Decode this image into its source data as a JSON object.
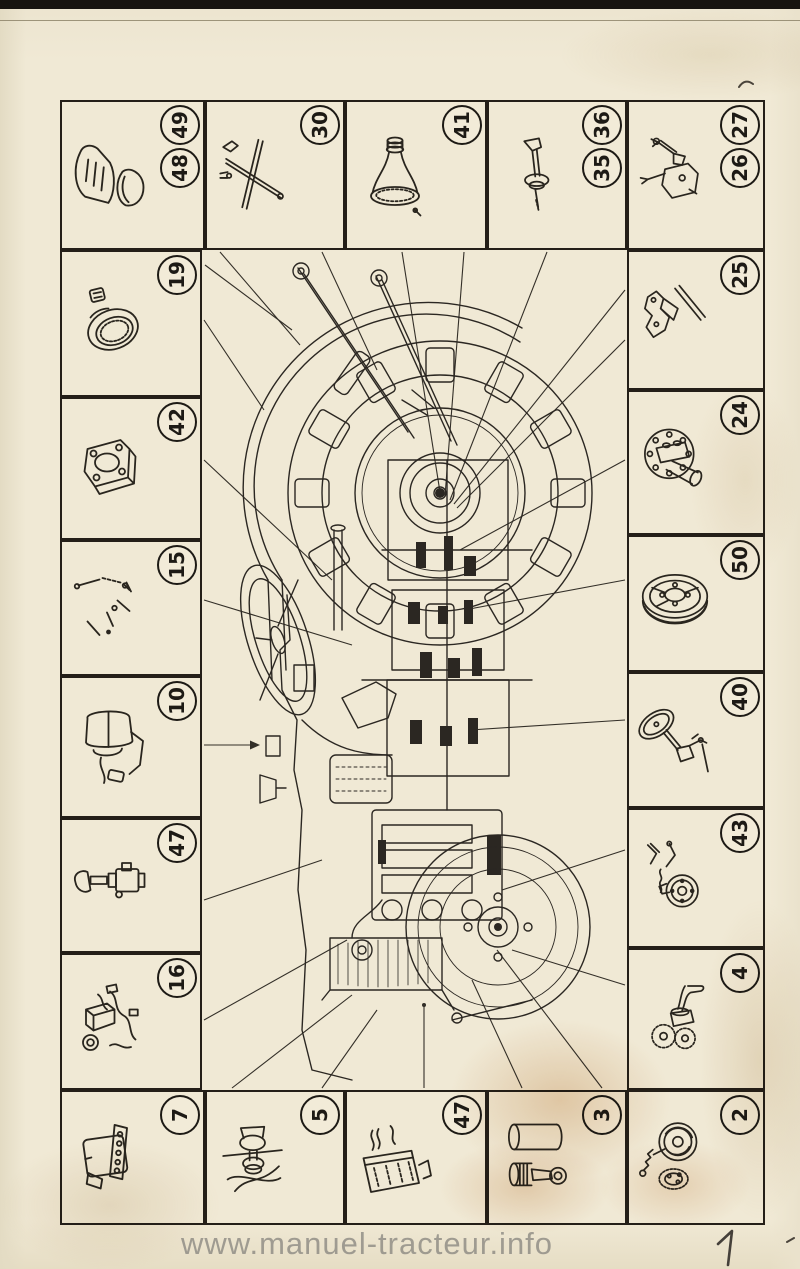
{
  "page": {
    "watermark": "www.manuel-tracteur.info",
    "page_number": "1"
  },
  "colors": {
    "paper": "#f0e9d5",
    "ink": "#26221c",
    "stain": "#c08048",
    "watermark_gray": "#7a7975"
  },
  "center": {
    "illustration": "tractor-side-cutaway"
  },
  "boxes": [
    {
      "id": "top-1",
      "numbers": [
        "49",
        "48"
      ],
      "icon": "tractor-seat"
    },
    {
      "id": "top-2",
      "numbers": [
        "30"
      ],
      "icon": "control-rods"
    },
    {
      "id": "top-3",
      "numbers": [
        "41"
      ],
      "icon": "gear-lever-boot"
    },
    {
      "id": "top-4",
      "numbers": [
        "36",
        "35"
      ],
      "icon": "lever-shaft"
    },
    {
      "id": "top-5",
      "numbers": [
        "27",
        "26"
      ],
      "icon": "steering-gearbox"
    },
    {
      "id": "left-1",
      "numbers": [
        "19"
      ],
      "icon": "headlamp"
    },
    {
      "id": "left-2",
      "numbers": [
        "42"
      ],
      "icon": "support-bracket"
    },
    {
      "id": "left-3",
      "numbers": [
        "15"
      ],
      "icon": "linkage-parts"
    },
    {
      "id": "left-4",
      "numbers": [
        "10"
      ],
      "icon": "air-cleaner"
    },
    {
      "id": "left-5",
      "numbers": [
        "47"
      ],
      "icon": "pto-shaft-coupling"
    },
    {
      "id": "left-6",
      "numbers": [
        "16"
      ],
      "icon": "wiring-harness"
    },
    {
      "id": "right-1",
      "numbers": [
        "25"
      ],
      "icon": "mounting-bracket"
    },
    {
      "id": "right-2",
      "numbers": [
        "24"
      ],
      "icon": "hydraulic-pump"
    },
    {
      "id": "right-3",
      "numbers": [
        "50"
      ],
      "icon": "wheel-rim"
    },
    {
      "id": "right-4",
      "numbers": [
        "40"
      ],
      "icon": "steering-column"
    },
    {
      "id": "right-5",
      "numbers": [
        "43"
      ],
      "icon": "pedal-and-pulley"
    },
    {
      "id": "right-6",
      "numbers": [
        "4"
      ],
      "icon": "oil-pump-gears"
    },
    {
      "id": "bottom-1",
      "numbers": [
        "7"
      ],
      "icon": "engine-side-cover"
    },
    {
      "id": "bottom-2",
      "numbers": [
        "5"
      ],
      "icon": "water-pump-fan"
    },
    {
      "id": "bottom-3",
      "numbers": [
        "47"
      ],
      "icon": "radiator"
    },
    {
      "id": "bottom-4",
      "numbers": [
        "3"
      ],
      "icon": "piston-and-liner"
    },
    {
      "id": "bottom-5",
      "numbers": [
        "2"
      ],
      "icon": "clutch-governor"
    }
  ]
}
